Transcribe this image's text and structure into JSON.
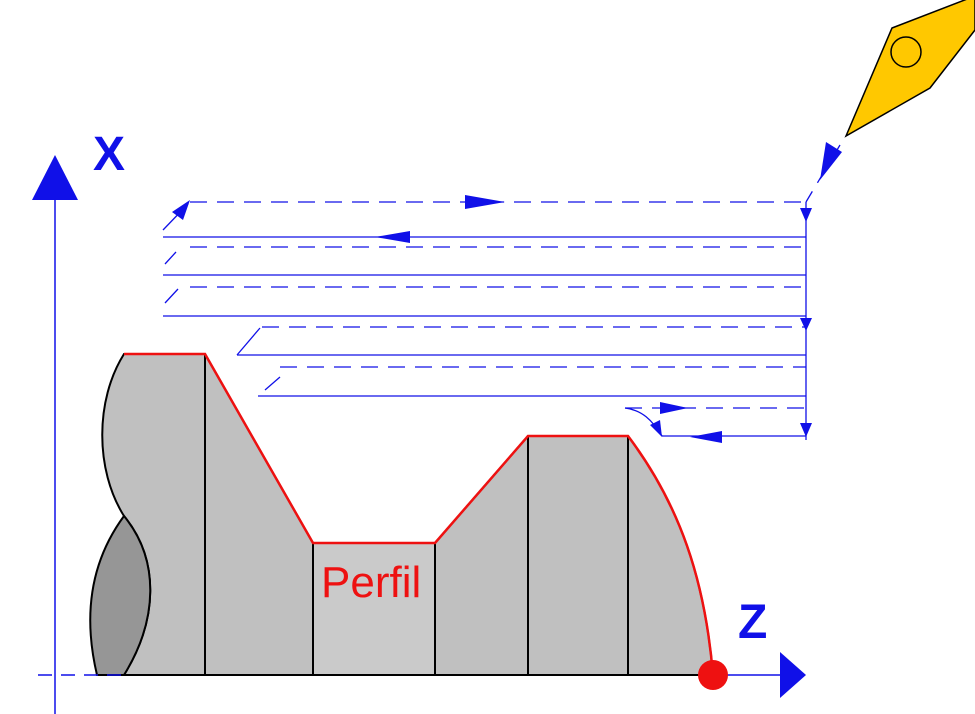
{
  "labels": {
    "x_axis": "X",
    "z_axis": "Z",
    "profile": "Perfil"
  },
  "colors": {
    "axis": "#1010e8",
    "path": "#1010e8",
    "profile": "#ee1111",
    "part_light": "#c0c0c0",
    "part_mid": "#cacaca",
    "part_dark": "#969696",
    "tool": "#ffc800",
    "origin_point": "#ee1111"
  },
  "icons": {
    "tool": "turning-insert-icon",
    "axis_arrow": "arrow-head-icon"
  }
}
